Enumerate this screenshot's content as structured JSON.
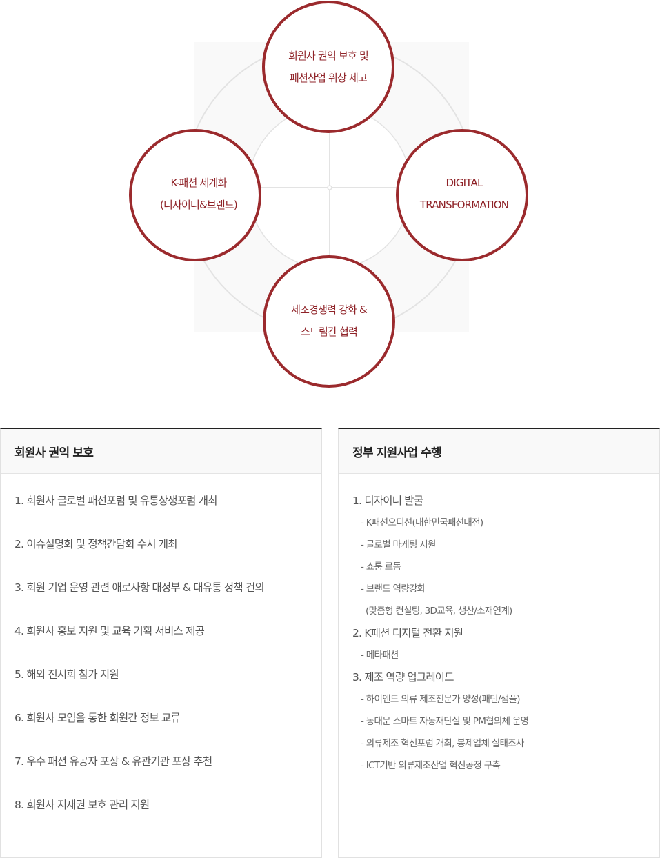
{
  "diagram": {
    "accent_color": "#9b2a2d",
    "background_color": "#f9f9f9",
    "guide_line_color": "#e3e3e3",
    "center_label": "",
    "circles": [
      {
        "position": "top",
        "lines": [
          "회원사 권익 보호 및",
          "패션산업 위상 제고"
        ]
      },
      {
        "position": "left",
        "lines": [
          "K-패션 세계화",
          "(디자이너&브랜드)"
        ]
      },
      {
        "position": "right",
        "lines": [
          "DIGITAL",
          "TRANSFORMATION"
        ]
      },
      {
        "position": "bottom",
        "lines": [
          "제조경쟁력 강화 &",
          "스트림간 협력"
        ]
      }
    ]
  },
  "panels": {
    "left": {
      "title": "회원사 권익 보호",
      "items": [
        "1. 회원사 글로벌 패션포럼 및 유통상생포럼 개최",
        "2. 이슈설명회 및 정책간담회 수시 개최",
        "3. 회원 기업 운영 관련 애로사항 대정부 & 대유통 정책 건의",
        "4. 회원사 홍보 지원 및 교육 기획 서비스 제공",
        "5. 해외 전시회 참가 지원",
        "6. 회원사 모임을 통한 회원간 정보 교류",
        "7. 우수 패션 유공자 포상 & 유관기관 포상 추천",
        "8. 회원사 지재권 보호 관리 지원"
      ]
    },
    "right": {
      "title": "정부 지원사업 수행",
      "groups": [
        {
          "title": "1. 디자이너 발굴",
          "subs": [
            "- K패션오디션(대한민국패션대전)",
            "- 글로벌 마케팅 지원",
            "- 쇼룸 르돔",
            "- 브랜드 역량강화"
          ],
          "continuation": "(맞춤형 컨설팅, 3D교육, 생산/소재연계)"
        },
        {
          "title": "2. K패션 디지털 전환 지원",
          "subs": [
            "- 메타패션"
          ]
        },
        {
          "title": "3. 제조 역량 업그레이드",
          "subs": [
            "- 하이엔드 의류 제조전문가 양성(패턴/샘플)",
            "- 동대문 스마트 자동재단실 및 PM협의체 운영",
            "- 의류제조 혁신포럼 개최, 봉제업체 실태조사",
            "- ICT기반 의류제조산업 혁신공정 구축"
          ]
        }
      ]
    }
  }
}
